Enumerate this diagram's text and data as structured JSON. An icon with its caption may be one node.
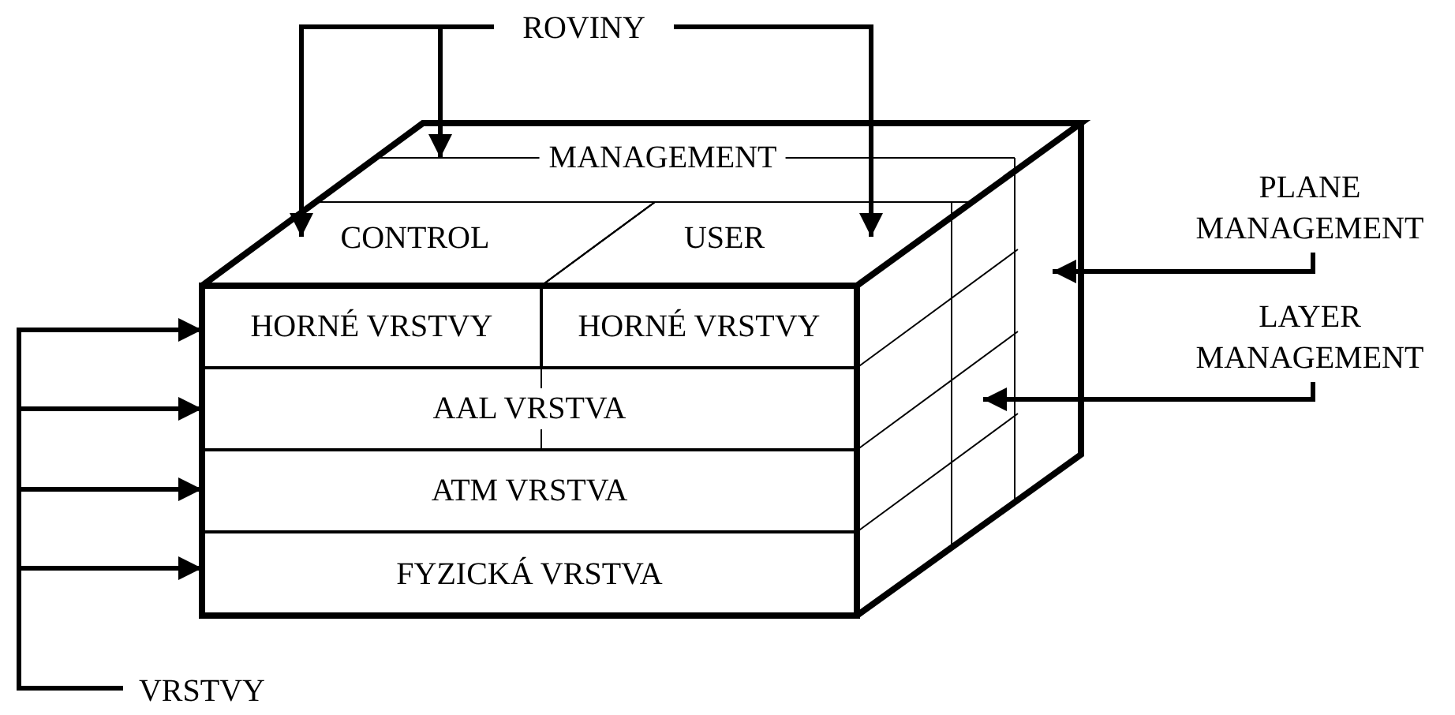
{
  "diagram": {
    "nodes": [
      {
        "text": [
          "ROVINY"
        ]
      },
      {
        "text": [
          "MANAGEMENT"
        ]
      },
      {
        "text": [
          "CONTROL"
        ]
      },
      {
        "text": [
          "USER"
        ]
      },
      {
        "text": [
          "HORNÉ VRSTVY"
        ]
      },
      {
        "text": [
          "HORNÉ VRSTVY"
        ]
      },
      {
        "text": [
          "AAL VRSTVA"
        ]
      },
      {
        "text": [
          "ATM VRSTVA"
        ]
      },
      {
        "text": [
          "FYZICKÁ VRSTVA"
        ]
      },
      {
        "text": [
          "PLANE MANAGEMENT"
        ]
      },
      {
        "text": [
          "LAYER MANAGEMENT"
        ]
      },
      {
        "text": [
          "VRSTVY"
        ]
      }
    ],
    "edges": [
      {
        "from": 0,
        "to": 1,
        "arrow": "to"
      },
      {
        "from": 0,
        "to": 2,
        "arrow": "to"
      },
      {
        "from": 0,
        "to": 3,
        "arrow": "to"
      },
      {
        "from": 11,
        "to": 4,
        "arrow": "to"
      },
      {
        "from": 11,
        "to": 6,
        "arrow": "to"
      },
      {
        "from": 11,
        "to": 7,
        "arrow": "to"
      },
      {
        "from": 11,
        "to": 8,
        "arrow": "to"
      },
      {
        "from": 9,
        "to": null,
        "arrow": "to"
      },
      {
        "from": 10,
        "to": null,
        "arrow": "to"
      }
    ]
  }
}
